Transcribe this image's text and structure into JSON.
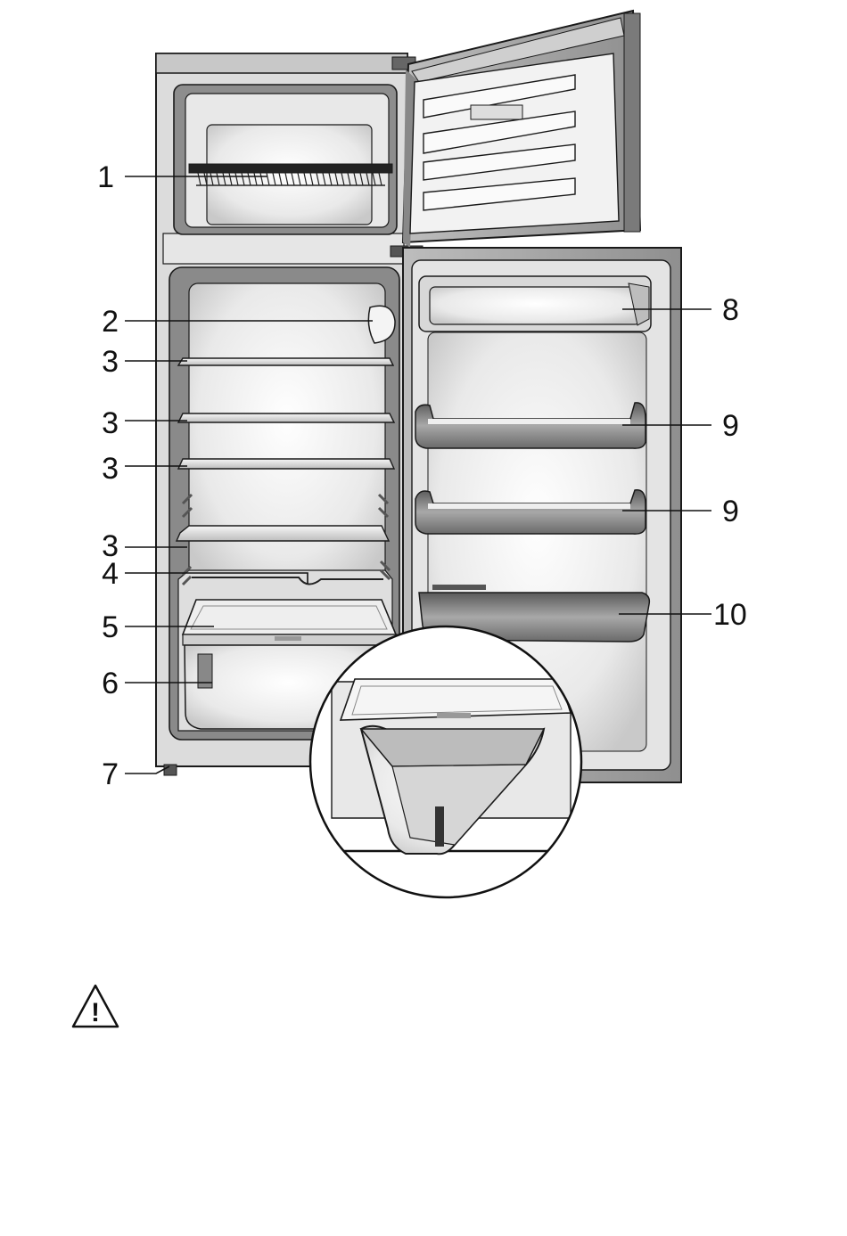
{
  "callouts": [
    {
      "id": "1",
      "label": "1"
    },
    {
      "id": "2",
      "label": "2"
    },
    {
      "id": "3a",
      "label": "3"
    },
    {
      "id": "3b",
      "label": "3"
    },
    {
      "id": "3c",
      "label": "3"
    },
    {
      "id": "3d",
      "label": "3"
    },
    {
      "id": "4",
      "label": "4"
    },
    {
      "id": "5",
      "label": "5"
    },
    {
      "id": "6",
      "label": "6"
    },
    {
      "id": "7",
      "label": "7"
    },
    {
      "id": "8",
      "label": "8"
    },
    {
      "id": "9a",
      "label": "9"
    },
    {
      "id": "9b",
      "label": "9"
    },
    {
      "id": "10",
      "label": "10"
    }
  ],
  "warning": {
    "icon": "warning-triangle-icon",
    "glyph": "!"
  },
  "colors": {
    "line": "#1a1a1a",
    "body": "#d9d9d9",
    "dark": "#7a7a7a",
    "interior": "#efefef",
    "shadow": "#9a9a9a"
  }
}
